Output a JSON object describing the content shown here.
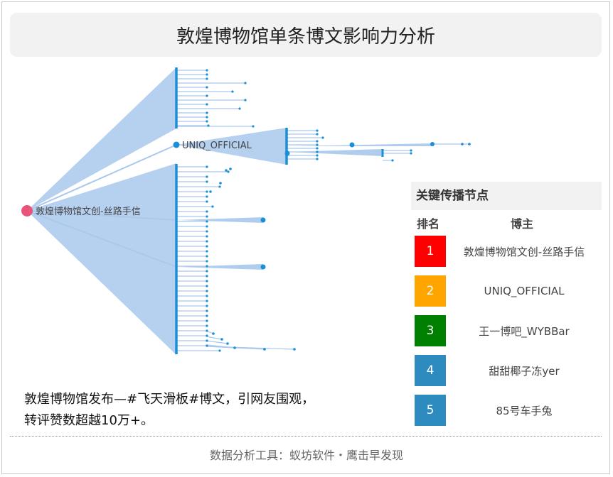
{
  "title": "敦煌博物馆单条博文影响力分析",
  "graph": {
    "root_label": "敦煌博物馆文创-丝路手信",
    "hub_label": "UNIQ_OFFICIAL",
    "root_color": "#e8547a",
    "node_color": "#1a8fd6",
    "edge_color": "#a9c8ec"
  },
  "panel": {
    "title": "关键传播节点",
    "rank_header": "排名",
    "blogger_header": "博主",
    "rows": [
      {
        "rank": "1",
        "name": "敦煌博物馆文创-丝路手信",
        "color": "#ff0000"
      },
      {
        "rank": "2",
        "name": "UNIQ_OFFICIAL",
        "color": "#ffa500"
      },
      {
        "rank": "3",
        "name": "王一博吧_WYBBar",
        "color": "#008000"
      },
      {
        "rank": "4",
        "name": "甜甜椰子冻yer",
        "color": "#2e8bc0"
      },
      {
        "rank": "5",
        "name": "85号车手兔",
        "color": "#2e8bc0"
      }
    ]
  },
  "description": {
    "line1": "敦煌博物馆发布—#飞天滑板#博文，引网友围观，",
    "line2": "转评赞数超越10万+。"
  },
  "footer": "数据分析工具：蚁坊软件・鹰击早发现"
}
